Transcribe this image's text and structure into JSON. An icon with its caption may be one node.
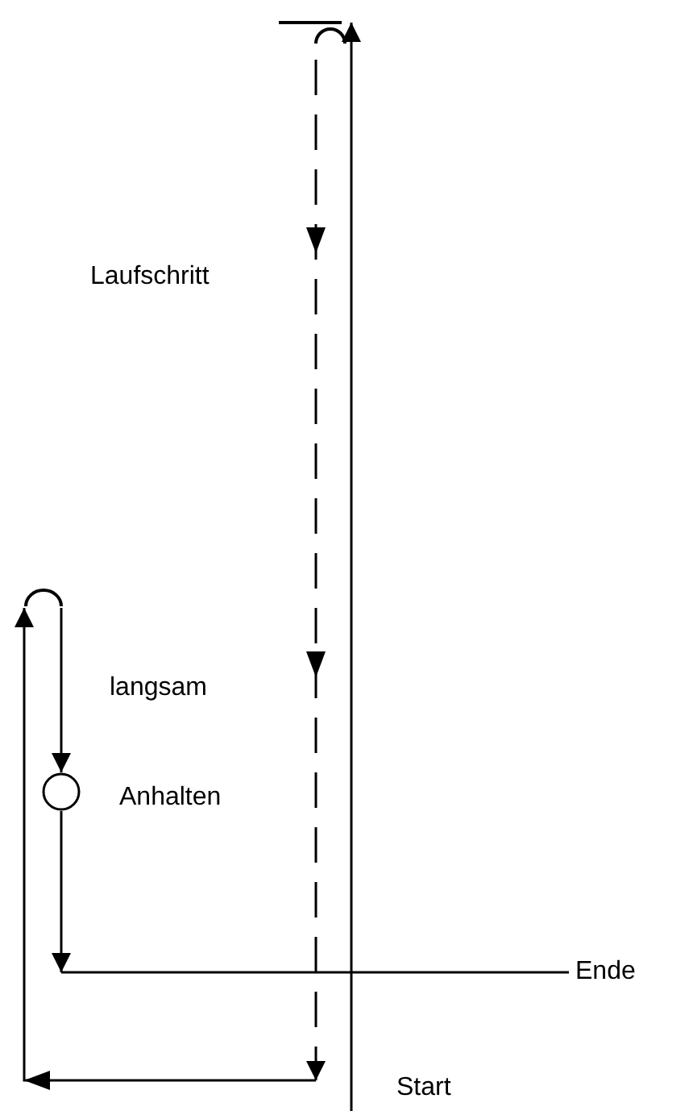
{
  "diagram": {
    "nodes": [
      {
        "text": [
          "Start"
        ]
      },
      {
        "text": [],
        "shape": "arc"
      },
      {
        "text": [],
        "shape": "arc"
      },
      {
        "text": [],
        "shape": "circle",
        "beside": [
          "Anhalten"
        ]
      },
      {
        "text": [
          "Ende"
        ]
      }
    ],
    "edges": [
      {
        "from": 0,
        "to": 1,
        "arrow": "to"
      },
      {
        "from": 1,
        "to": null,
        "arrow": "to",
        "style": "dashed"
      },
      {
        "from": null,
        "to": 2,
        "arrow": "to"
      },
      {
        "from": 2,
        "to": 3,
        "arrow": "to"
      },
      {
        "from": 3,
        "to": null,
        "arrow": "to"
      },
      {
        "from": null,
        "to": 4,
        "arrow": "none"
      }
    ],
    "labels": [
      "Laufschritt",
      "langsam"
    ]
  }
}
